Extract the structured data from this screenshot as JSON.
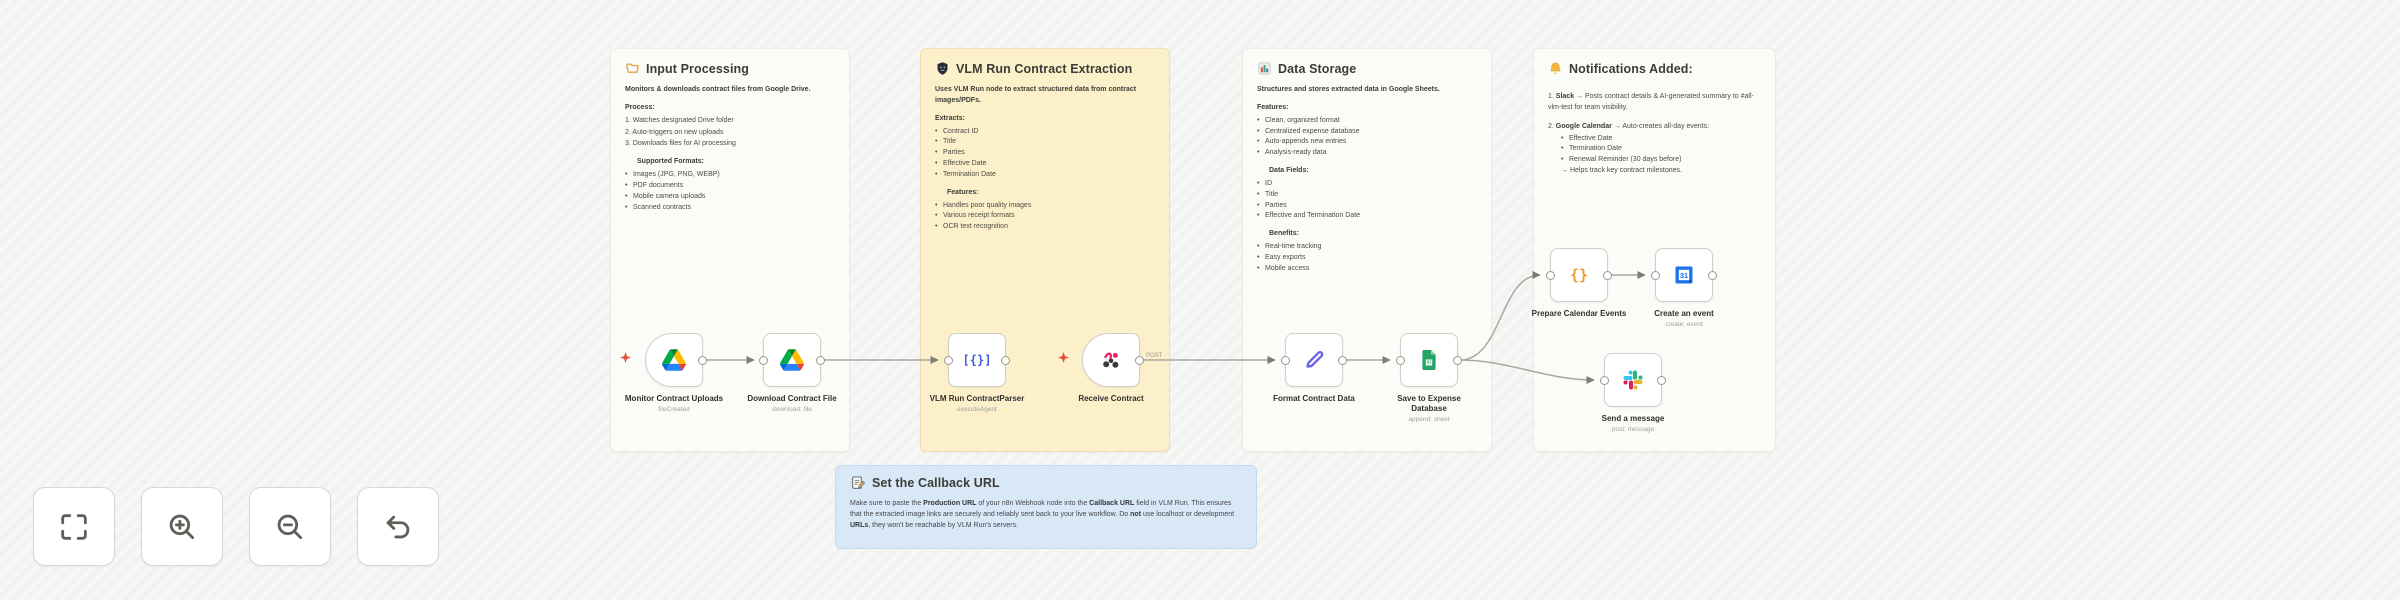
{
  "notes": {
    "input": {
      "title": "Input Processing",
      "intro": "Monitors & downloads contract files from Google Drive.",
      "h1": "Process:",
      "steps": [
        "1. Watches designated Drive folder",
        "2. Auto-triggers on new uploads",
        "3. Downloads files for AI processing"
      ],
      "h2": "Supported Formats:",
      "formats": [
        "Images (JPG, PNG, WEBP)",
        "PDF documents",
        "Mobile camera uploads",
        "Scanned contracts"
      ]
    },
    "vlm": {
      "title": "VLM Run Contract Extraction",
      "intro": "Uses VLM Run node to extract structured data from contract images/PDFs.",
      "h1": "Extracts:",
      "extracts": [
        "Contract ID",
        "Title",
        "Parties",
        "Effective Date",
        "Termination Date"
      ],
      "h2": "Features:",
      "features": [
        "Handles poor quality images",
        "Various receipt formats",
        "OCR text recognition"
      ]
    },
    "storage": {
      "title": "Data Storage",
      "intro": "Structures and stores extracted data in Google Sheets.",
      "h1": "Features:",
      "features": [
        "Clean, organized format",
        "Centralized expense database",
        "Auto-appends new entries",
        "Analysis-ready data"
      ],
      "h2": "Data Fields:",
      "fields": [
        "ID",
        "Title",
        "Parties",
        "Effective and Termination Date"
      ],
      "h3": "Benefits:",
      "benefits": [
        "Real-time tracking",
        "Easy exports",
        "Mobile access"
      ]
    },
    "notifications": {
      "title": "Notifications Added:",
      "item1": {
        "num": "1.",
        "bold": "Slack",
        "rest": " → Posts contract details & AI-generated summary to #all-vlm-test for team visibility."
      },
      "item2": {
        "num": "2.",
        "bold": "Google Calendar",
        "rest": " → Auto-creates all-day events:"
      },
      "events": [
        "Effective Date",
        "Termination Date",
        "Renewal Reminder (30 days before)"
      ],
      "outcome": "→ Helps track key contract milestones."
    }
  },
  "callback": {
    "title": "Set the Callback URL",
    "segments": [
      {
        "t": "Make sure to paste the "
      },
      {
        "t": "Production URL",
        "b": true
      },
      {
        "t": " of your n8n Webhook node into the "
      },
      {
        "t": "Callback URL",
        "b": true
      },
      {
        "t": " field in VLM Run. This ensures that the extracted image links are securely and reliably sent back to your live workflow. Do "
      },
      {
        "t": "not",
        "b": true
      },
      {
        "t": " use localhost or development "
      },
      {
        "t": "URLs",
        "b": true
      },
      {
        "t": ", they won't be reachable by VLM Run's servers."
      }
    ]
  },
  "nodes": [
    {
      "id": "monitor-contract-uploads",
      "label": "Monitor Contract Uploads",
      "subtitle": "fileCreated",
      "icon": "google-drive-icon"
    },
    {
      "id": "download-contract-file",
      "label": "Download Contract File",
      "subtitle": "download: file",
      "icon": "google-drive-icon"
    },
    {
      "id": "vlm-run-contractparser",
      "label": "VLM Run ContractParser",
      "subtitle": "executeAgent",
      "icon": "vlm-brackets-icon",
      "glyph": "[{}]"
    },
    {
      "id": "receive-contract",
      "label": "Receive Contract",
      "subtitle": "",
      "icon": "vlm-run-logo-icon",
      "method": "POST"
    },
    {
      "id": "format-contract-data",
      "label": "Format Contract Data",
      "subtitle": "",
      "icon": "pencil-icon"
    },
    {
      "id": "save-to-expense-database",
      "label": "Save to Expense Database",
      "subtitle": "append: sheet",
      "icon": "google-sheets-icon"
    },
    {
      "id": "prepare-calendar-events",
      "label": "Prepare Calendar Events",
      "subtitle": "",
      "icon": "code-braces-icon",
      "glyph": "{}"
    },
    {
      "id": "create-an-event",
      "label": "Create an event",
      "subtitle": "create: event",
      "icon": "google-calendar-icon"
    },
    {
      "id": "send-a-message",
      "label": "Send a message",
      "subtitle": "post: message",
      "icon": "slack-icon"
    }
  ]
}
